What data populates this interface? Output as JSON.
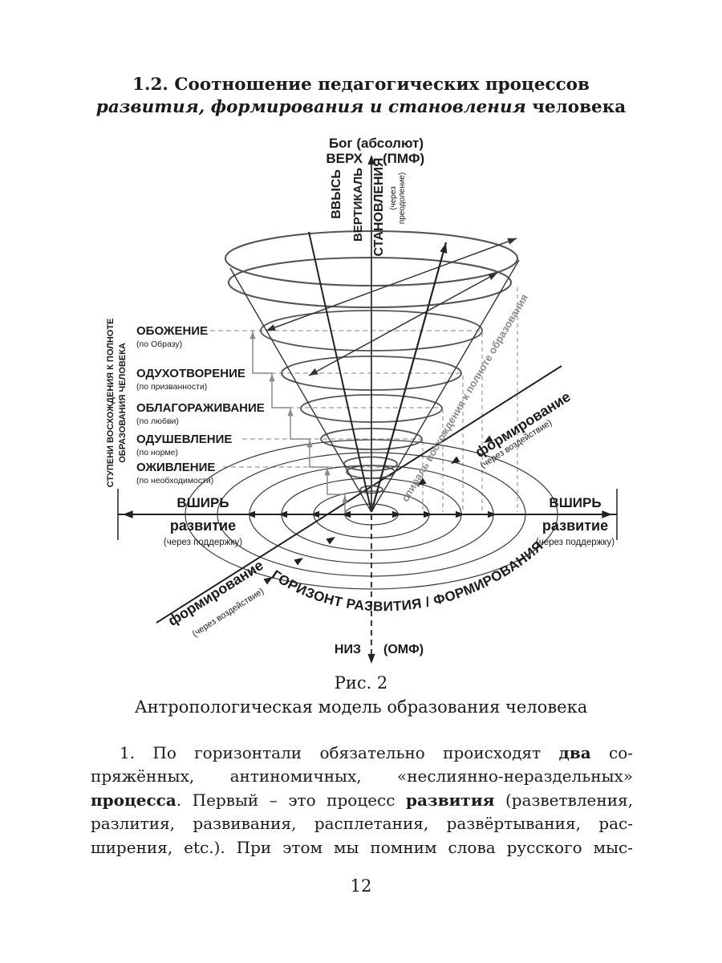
{
  "page": {
    "title": {
      "line1": "1.2. Соотношение педагогических процессов",
      "line2_italic": "развития, формирования и становления",
      "line2_tail": " человека"
    },
    "caption": {
      "fig": "Рис. 2",
      "text": "Антропологическая модель образования человека"
    },
    "page_number": "12"
  },
  "diagram": {
    "top": {
      "god": "Бог (абсолют)",
      "verh": "ВЕРХ",
      "pmf": "(ПМФ)",
      "vvys": "ВВЫСЬ",
      "vertikal": "ВЕРТИКАЛЬ",
      "stanovleniya": "СТАНОВЛЕНИЯ",
      "cherez_line1": "(через",
      "cherez_line2": "преодоление)"
    },
    "steps_axis": {
      "line1": "СТУПЕНИ ВОСХОЖДЕНИЯ К ПОЛНОТЕ",
      "line2": "ОБРАЗОВАНИЯ ЧЕЛОВЕКА"
    },
    "levels": [
      {
        "name": "ОБОЖЕНИЕ",
        "sub": "(по Образу)"
      },
      {
        "name": "ОДУХОТВОРЕНИЕ",
        "sub": "(по призванности)"
      },
      {
        "name": "ОБЛАГОРАЖИВАНИЕ",
        "sub": "(по любви)"
      },
      {
        "name": "ОДУШЕВЛЕНИЕ",
        "sub": "(по норме)"
      },
      {
        "name": "ОЖИВЛЕНИЕ",
        "sub": "(по необходимости)"
      }
    ],
    "spiral_label": "спираль восхождения к полноте образования",
    "formirovanie": {
      "label": "формирование",
      "sub": "(через воздействие)"
    },
    "width_axis": {
      "vshir": "ВШИРЬ",
      "razvitie": "развитие",
      "sub": "(через поддержку)"
    },
    "horizon_label": "ГОРИЗОНТ РАЗВИТИЯ / ФОРМИРОВАНИЯ",
    "bottom": {
      "niz": "НИЗ",
      "omf": "(ОМФ)"
    }
  },
  "paragraph": {
    "lines": [
      {
        "indent": true,
        "segments": [
          {
            "t": "1. По горизонтали обязательно происходят ",
            "b": false
          },
          {
            "t": "два",
            "b": true
          },
          {
            "t": " со-",
            "b": false
          }
        ]
      },
      {
        "segments": [
          {
            "t": "пряжённых, антиномичных, «неслиянно-нераздельных»",
            "b": false
          }
        ]
      },
      {
        "segments": [
          {
            "t": "процесса",
            "b": true
          },
          {
            "t": ". Первый – это процесс ",
            "b": false
          },
          {
            "t": "развития",
            "b": true
          },
          {
            "t": " (разветвления,",
            "b": false
          }
        ]
      },
      {
        "segments": [
          {
            "t": "разлития, развивания, расплетания, развёртывания, рас-",
            "b": false
          }
        ]
      },
      {
        "segments": [
          {
            "t": "ширения, etc.). При этом мы помним слова русского мыс-",
            "b": false
          }
        ]
      }
    ]
  }
}
